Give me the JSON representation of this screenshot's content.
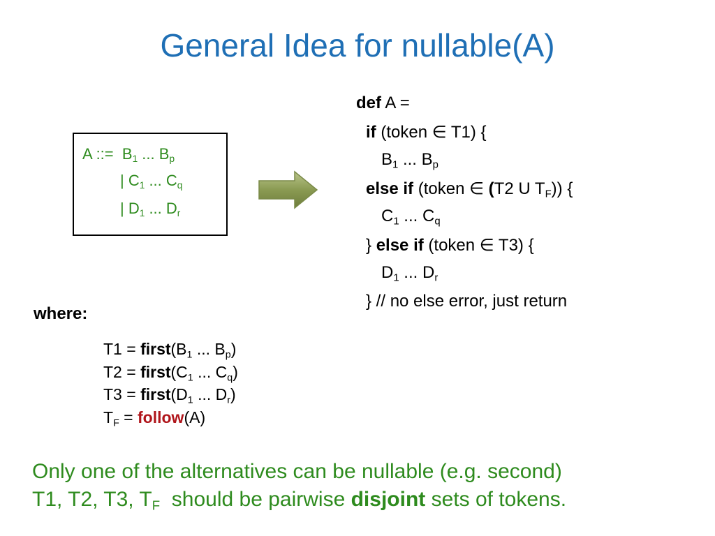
{
  "slide": {
    "title": "General Idea for nullable(A)"
  },
  "grammar": {
    "lhs": "A ::=",
    "alt1": {
      "sym1": "B",
      "sub1": "1",
      "dots": "...",
      "sym2": "B",
      "sub2": "p"
    },
    "alt2": {
      "bar": "|",
      "sym1": "C",
      "sub1": "1",
      "dots": "...",
      "sym2": "C",
      "sub2": "q"
    },
    "alt3": {
      "bar": "|",
      "sym1": "D",
      "sub1": "1",
      "dots": "...",
      "sym2": "D",
      "sub2": "r"
    }
  },
  "code": {
    "def_kw": "def",
    "def_rest": " A =",
    "if_kw": "if",
    "if_cond": " (token ",
    "in_sym": "∈",
    "if_set": " T1) {",
    "body1": {
      "sym1": "B",
      "sub1": "1",
      "dots": " ... ",
      "sym2": "B",
      "sub2": "p"
    },
    "elseif_kw": "else if",
    "elseif_cond": " (token ",
    "elseif_paren": "(",
    "elseif_set": "T2  U  T",
    "elseif_sub": "F",
    "elseif_close": ")) {",
    "body2": {
      "sym1": "C",
      "sub1": "1",
      "dots": " ... ",
      "sym2": "C",
      "sub2": "q"
    },
    "brace_open": "} ",
    "elseif2_kw": "else if",
    "elseif2_cond": " (token ",
    "elseif2_set": " T3) {",
    "body3": {
      "sym1": "D",
      "sub1": "1",
      "dots": " ... ",
      "sym2": "D",
      "sub2": "r"
    },
    "end_line": "} // no else error, just return"
  },
  "where": {
    "label": "where:",
    "t1": {
      "lhs": "T1 = ",
      "fn": "first",
      "open": "(B",
      "sub1": "1",
      "dots": " ... B",
      "sub2": "p",
      "close": ")"
    },
    "t2": {
      "lhs": "T2 = ",
      "fn": "first",
      "open": "(C",
      "sub1": "1",
      "dots": " ... C",
      "sub2": "q",
      "close": ")"
    },
    "t3": {
      "lhs": "T3 = ",
      "fn": "first",
      "open": "(D",
      "sub1": "1",
      "dots": " ... D",
      "sub2": "r",
      "close": ")"
    },
    "tf": {
      "lhs": "T",
      "lhs_sub": "F",
      "eq": " = ",
      "fn": "follow",
      "arg": "(A)"
    }
  },
  "bottom": {
    "line1": "Only one of the alternatives can be nullable (e.g. second)",
    "line2_a": "T1, T2, T3, T",
    "line2_sub": "F",
    "line2_b": "  should be pairwise ",
    "line2_bold": "disjoint",
    "line2_c": " sets of tokens."
  },
  "colors": {
    "title": "#1f6fb5",
    "green": "#2e8b1e",
    "follow": "#b0151b",
    "arrow_fill": "#8a9a52"
  },
  "icons": {
    "arrow": "right-arrow-icon"
  }
}
